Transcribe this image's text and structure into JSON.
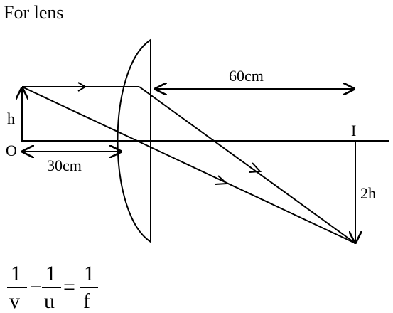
{
  "title": "For lens",
  "labels": {
    "object_height": "h",
    "object_point": "O",
    "image_point": "I",
    "image_height": "2h",
    "object_distance": "30cm",
    "image_distance": "60cm"
  },
  "formula": {
    "term1": {
      "numerator": "1",
      "denominator": "v"
    },
    "minus": "−",
    "term2": {
      "numerator": "1",
      "denominator": "u"
    },
    "equals": "=",
    "term3": {
      "numerator": "1",
      "denominator": "f"
    }
  }
}
